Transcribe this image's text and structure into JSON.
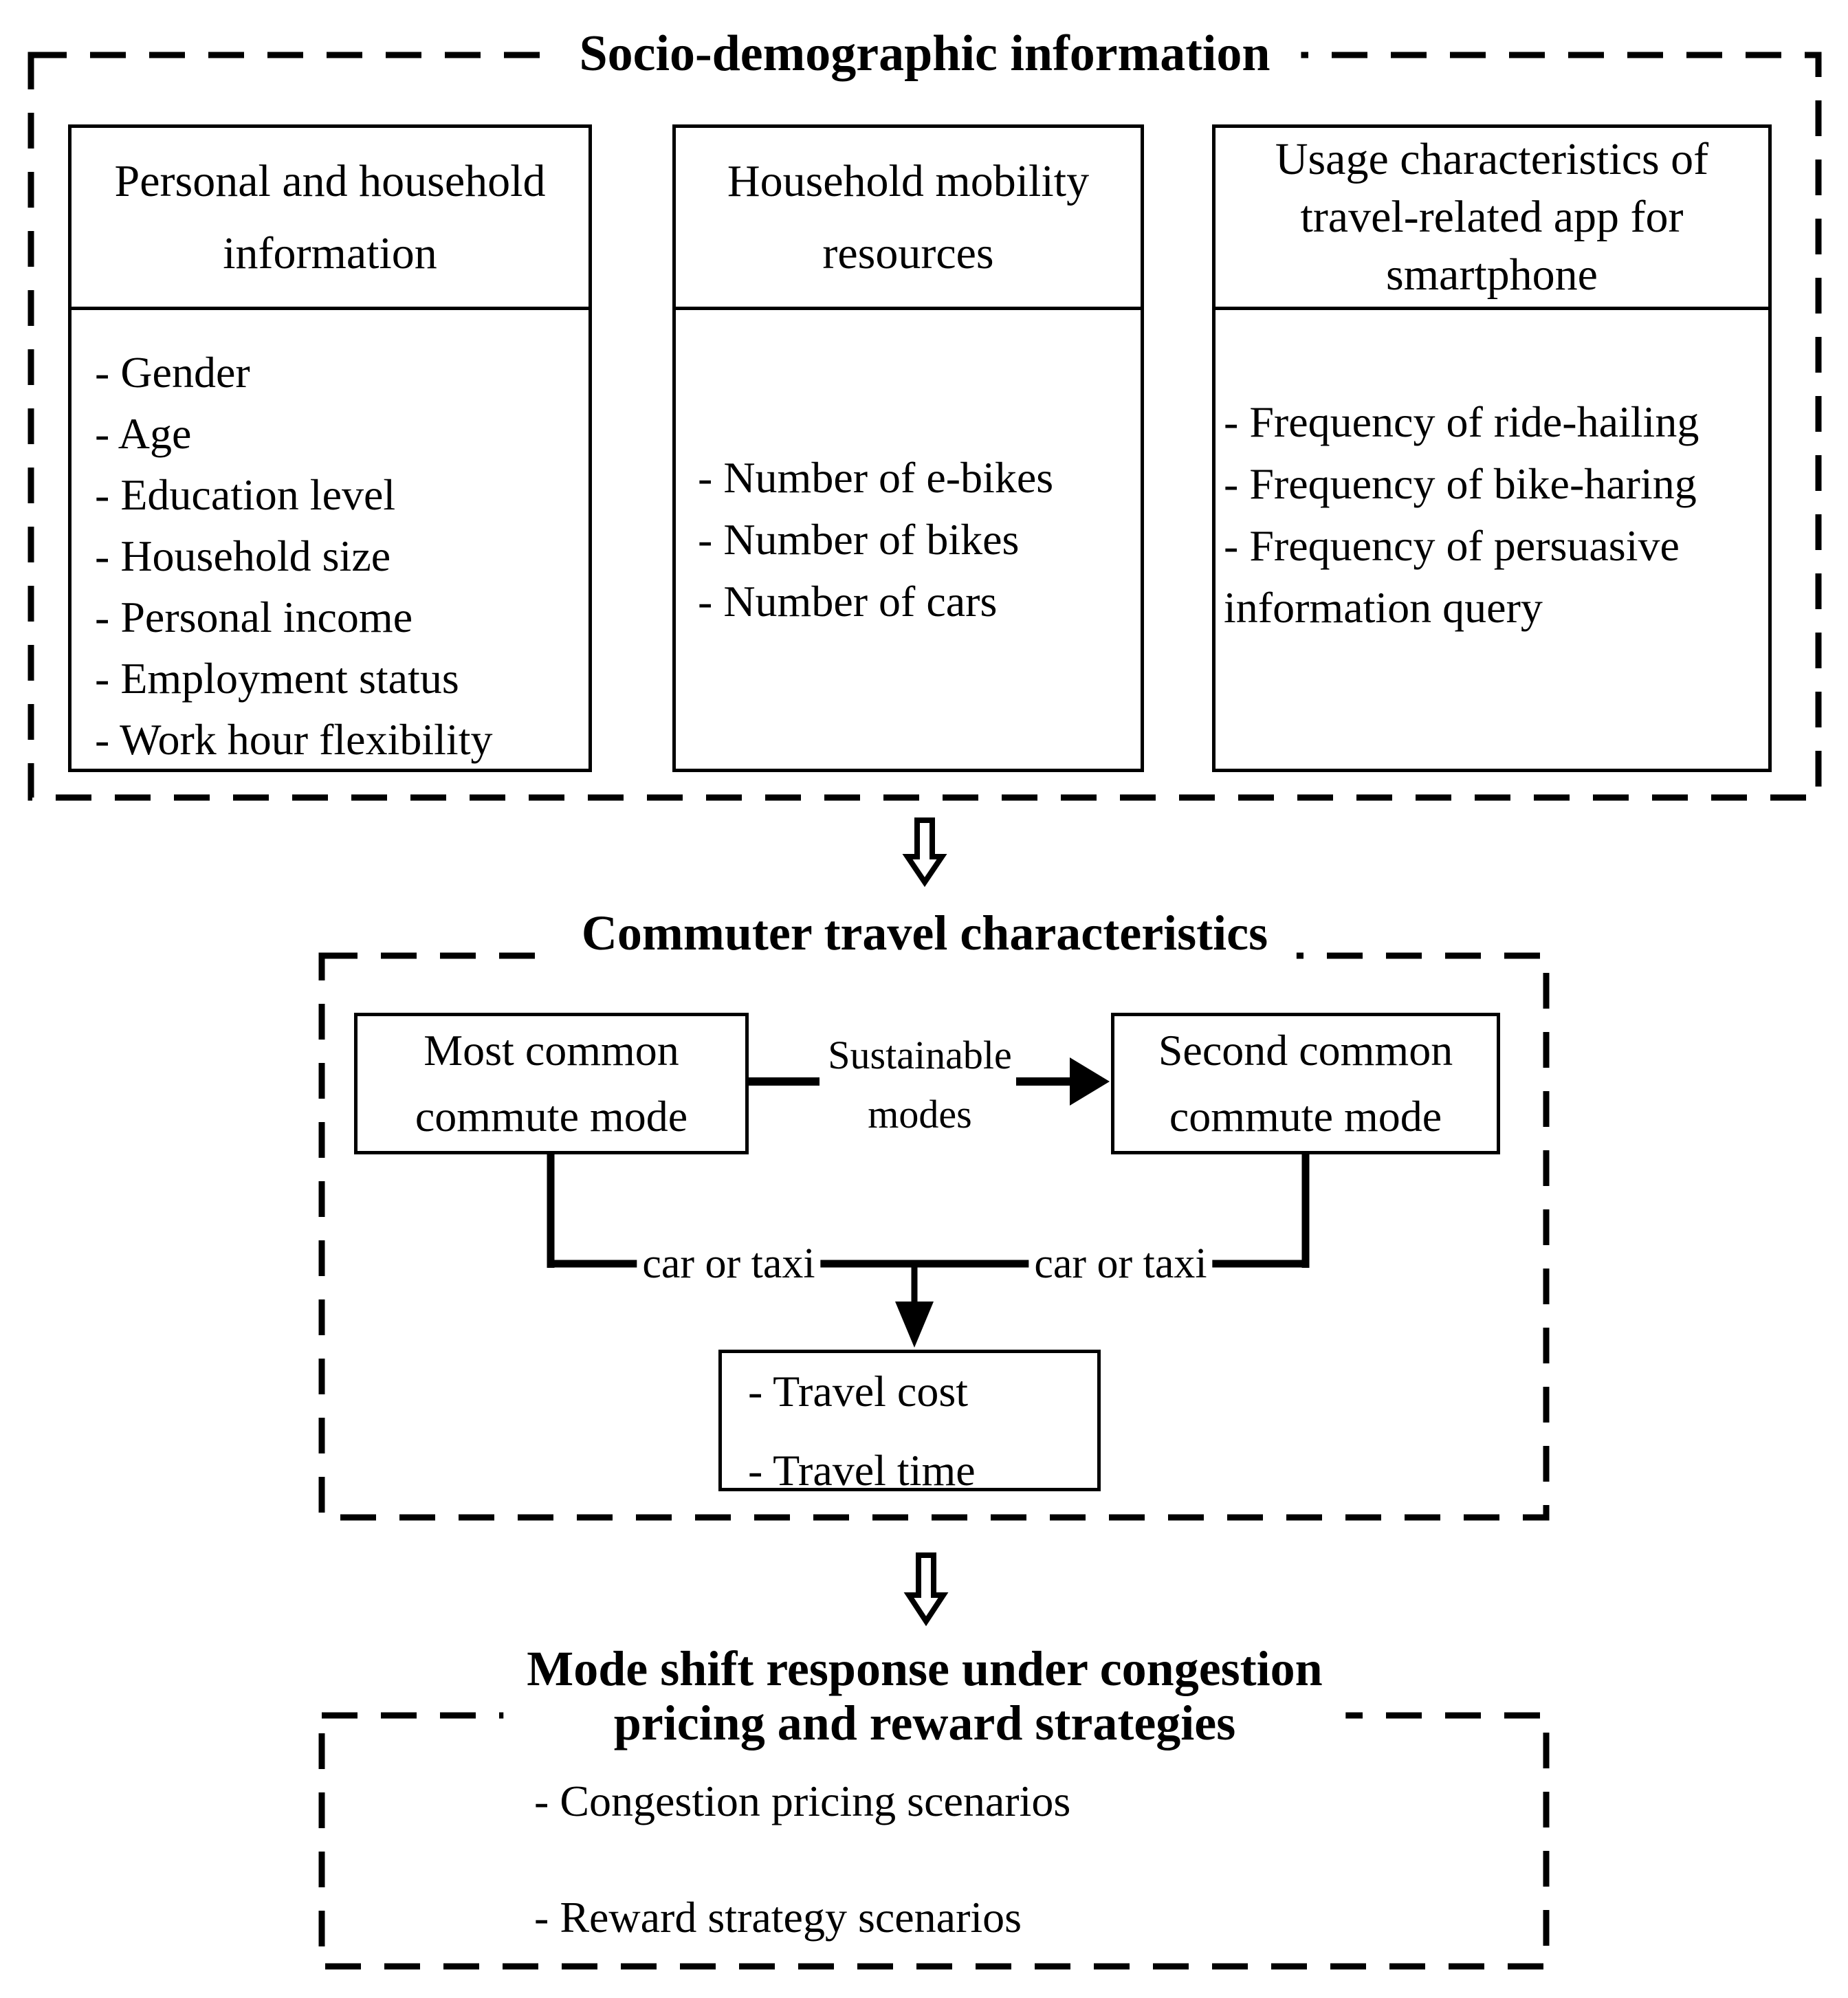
{
  "top_section": {
    "title": "Socio-demographic information",
    "boxes": [
      {
        "header_lines": [
          "Personal and household",
          "information"
        ],
        "items": [
          "- Gender",
          "- Age",
          "- Education level",
          "- Household size",
          "- Personal income",
          "- Employment status",
          "- Work hour flexibility"
        ]
      },
      {
        "header_lines": [
          "Household mobility",
          "resources"
        ],
        "items": [
          "- Number of e-bikes",
          "- Number of bikes",
          "- Number of cars"
        ]
      },
      {
        "header_lines": [
          "Usage characteristics of",
          "travel-related app for",
          "smartphone"
        ],
        "items": [
          "- Frequency of ride-hailing",
          "- Frequency of bike-haring",
          "- Frequency of persuasive information query"
        ]
      }
    ]
  },
  "middle_section": {
    "title": "Commuter travel characteristics",
    "most_common_box_lines": [
      "Most common",
      "commute mode"
    ],
    "second_common_box_lines": [
      "Second common",
      "commute mode"
    ],
    "edge_label_lines": [
      "Sustainable",
      "modes"
    ],
    "car_taxi_left": "car or taxi",
    "car_taxi_right": "car or taxi",
    "travel_box_items": [
      "- Travel cost",
      "- Travel time"
    ]
  },
  "bottom_section": {
    "title_lines": [
      "Mode shift response under congestion",
      "pricing and reward strategies"
    ],
    "items": [
      "- Congestion pricing scenarios",
      "- Reward strategy scenarios"
    ]
  },
  "colors": {
    "ink": "#000000",
    "paper": "#ffffff"
  }
}
